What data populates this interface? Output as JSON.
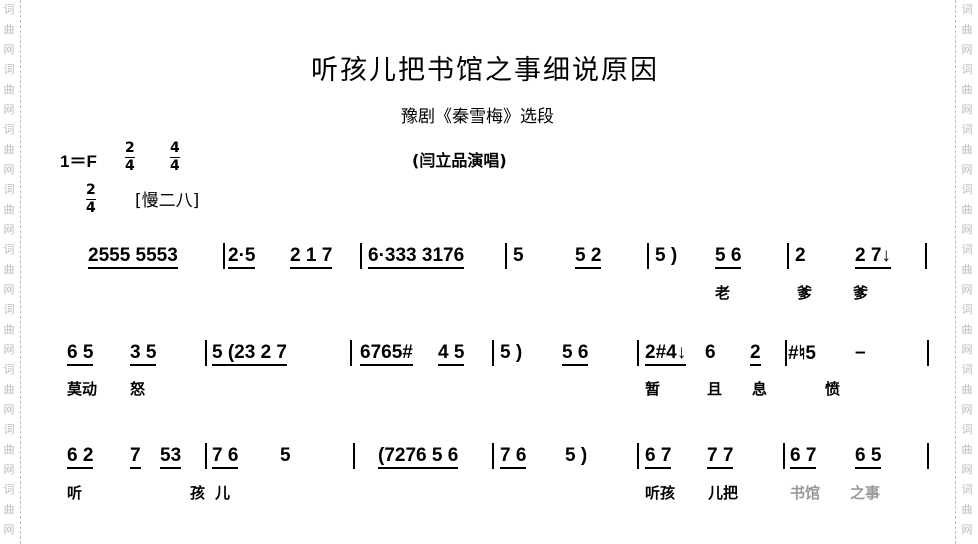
{
  "watermark": "词曲网",
  "title": "听孩儿把书馆之事细说原因",
  "subtitle": "豫剧《秦雪梅》选段",
  "key": "1＝F",
  "time_signatures": [
    {
      "num": "2",
      "den": "4"
    },
    {
      "num": "4",
      "den": "4"
    }
  ],
  "singer": "(闫立品演唱)",
  "section_time": {
    "num": "2",
    "den": "4"
  },
  "tempo_mark": "[慢二八]",
  "rows": [
    {
      "notes": [
        "2555 5553",
        "2·5",
        "2 1 7",
        "6·333 3176",
        "5",
        "5 2",
        "5 )",
        "5 6",
        "2",
        "2 7↓"
      ],
      "lyrics": [
        "老",
        "爹",
        "爹"
      ]
    },
    {
      "notes": [
        "6 5",
        "3 5",
        "5 (23 2 7",
        "6765#",
        "4 5",
        "5 )",
        "5 6",
        "2#4↓",
        "6",
        "2",
        "#♮5",
        "–"
      ],
      "lyrics": [
        "莫动",
        "怒",
        "暂",
        "且",
        "息",
        "愤"
      ]
    },
    {
      "notes": [
        "6 2",
        "7",
        "53",
        "7 6",
        "5",
        "(7276 5 6",
        "7 6",
        "5 )",
        "6 7",
        "7 7",
        "6 7",
        "6 5"
      ],
      "lyrics": [
        "听",
        "孩",
        "儿",
        "听孩",
        "儿把",
        "书馆",
        "之事"
      ]
    }
  ]
}
